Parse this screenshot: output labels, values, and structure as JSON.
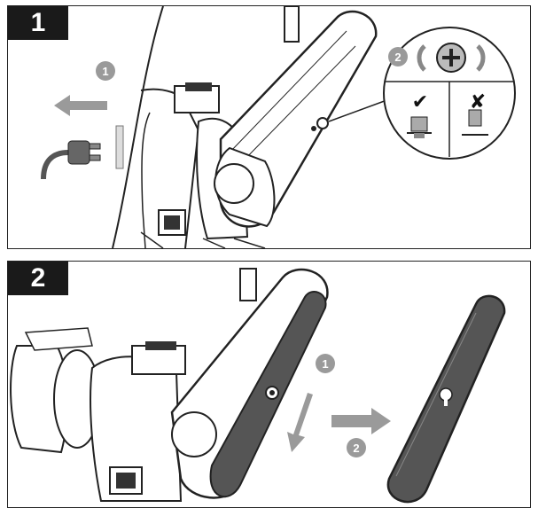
{
  "panels": [
    {
      "step_label": "1",
      "callouts": [
        "1",
        "2"
      ],
      "check_mark": "✔",
      "cross_mark": "✘"
    },
    {
      "step_label": "2",
      "callouts": [
        "1",
        "2"
      ]
    }
  ],
  "colors": {
    "cover_dark": "#555555",
    "arrow_gray": "#9a9a9a",
    "badge_gray": "#9a9a9a",
    "outline": "#222222"
  },
  "icons": [
    "power-plug-icon",
    "screw-icon",
    "rotate-arrows-icon",
    "check-icon",
    "cross-icon"
  ]
}
